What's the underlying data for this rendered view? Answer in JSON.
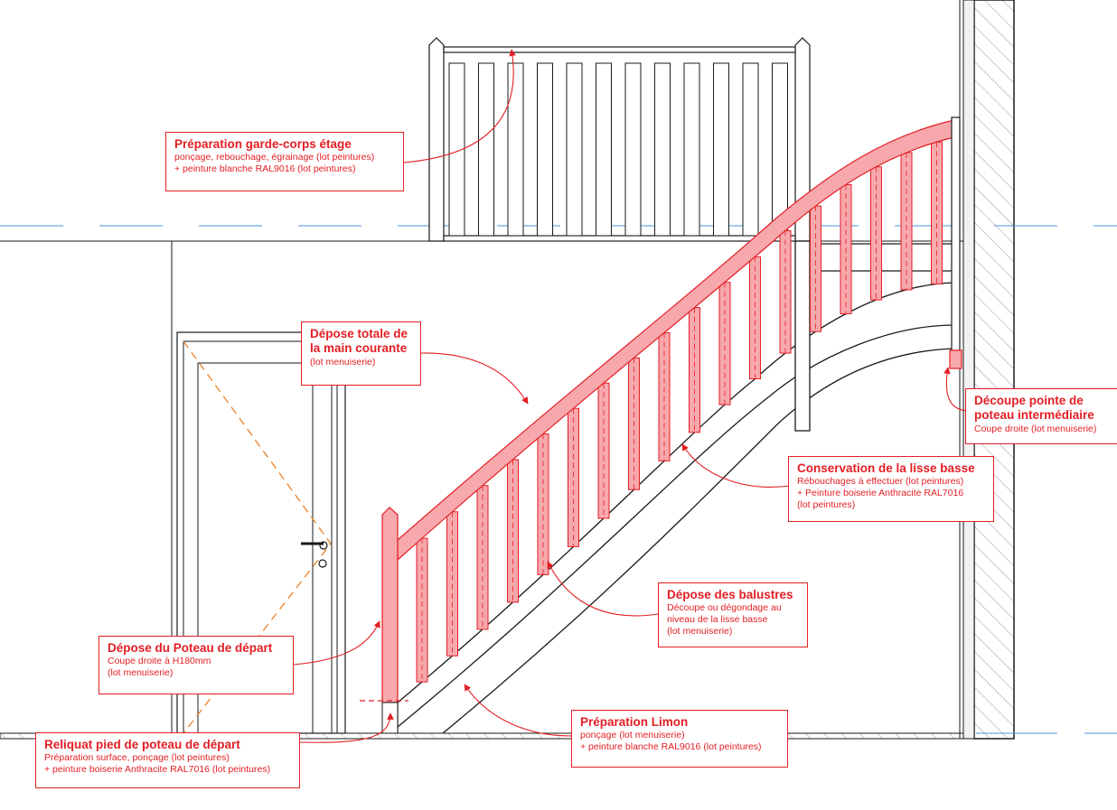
{
  "colors": {
    "annotation": "#e31e24",
    "highlight": "#f7a8ac",
    "outline": "#1a1a1a",
    "level_line": "#4a90e2",
    "door_swing": "#e8822a",
    "wall_hatch": "#9a9a9a"
  },
  "annotations": {
    "garde_corps": {
      "title": "Préparation garde-corps étage",
      "lines": [
        "ponçage, rebouchage, égrainage (lot peintures)",
        "+ peinture blanche RAL9016 (lot peintures)"
      ]
    },
    "main_courante": {
      "title_lines": [
        "Dépose totale de",
        "la main courante"
      ],
      "lines": [
        "(lot menuiserie)"
      ]
    },
    "poteau_intermediaire": {
      "title_lines": [
        "Découpe pointe de",
        "poteau intermédiaire"
      ],
      "lines": [
        "Coupe droite (lot menuiserie)"
      ]
    },
    "lisse_basse": {
      "title": "Conservation de la lisse basse",
      "lines": [
        "Rébouchages à effectuer (lot peintures)",
        "+ Peinture boiserie Anthracite RAL7016",
        "(lot peintures)"
      ]
    },
    "balustres": {
      "title": "Dépose des balustres",
      "lines": [
        "Découpe ou dégondage au",
        "niveau de la lisse basse",
        "(lot menuiserie)"
      ]
    },
    "poteau_depart": {
      "title": "Dépose du Poteau de départ",
      "lines": [
        "Coupe droite à H180mm",
        "(lot menuiserie)"
      ]
    },
    "limon": {
      "title": "Préparation Limon",
      "lines": [
        "ponçage (lot menuiserie)",
        "+ peinture blanche RAL9016 (lot peintures)"
      ]
    },
    "reliquat": {
      "title": "Reliquat pied de poteau de départ",
      "lines": [
        "Préparation surface, ponçage (lot peintures)",
        "+ peinture boiserie Anthracite RAL7016 (lot peintures)"
      ]
    }
  }
}
